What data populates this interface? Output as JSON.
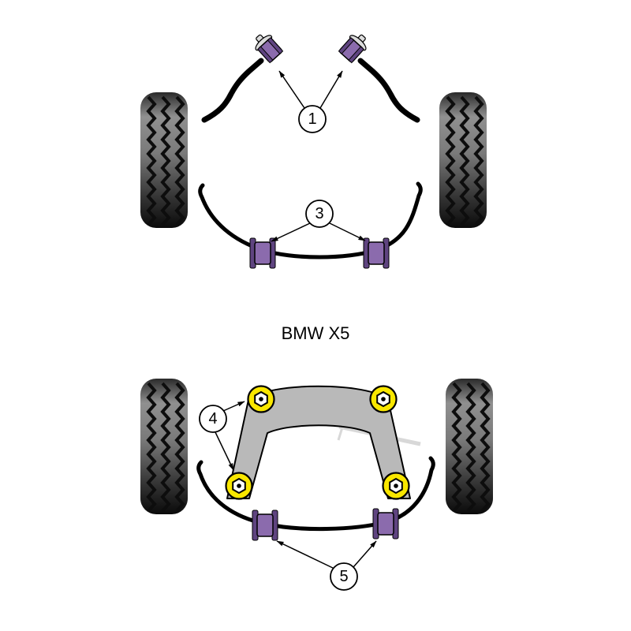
{
  "title": "BMW X5",
  "callouts": {
    "front_arm_bushes": "1",
    "front_arb_bushes": "3",
    "subframe_bushes": "4",
    "rear_arb_bushes": "5"
  },
  "colors": {
    "bushing-purple": "#8b6bad",
    "bushing-purple-light": "#b29ace",
    "bushing-purple-dark": "#5f4480",
    "bushing-yellow": "#f9e700",
    "frame-gray": "#b9b9b9",
    "cap-gray": "#dcdcdc",
    "rod-gray": "#d8d8d8",
    "ink": "#000000"
  }
}
